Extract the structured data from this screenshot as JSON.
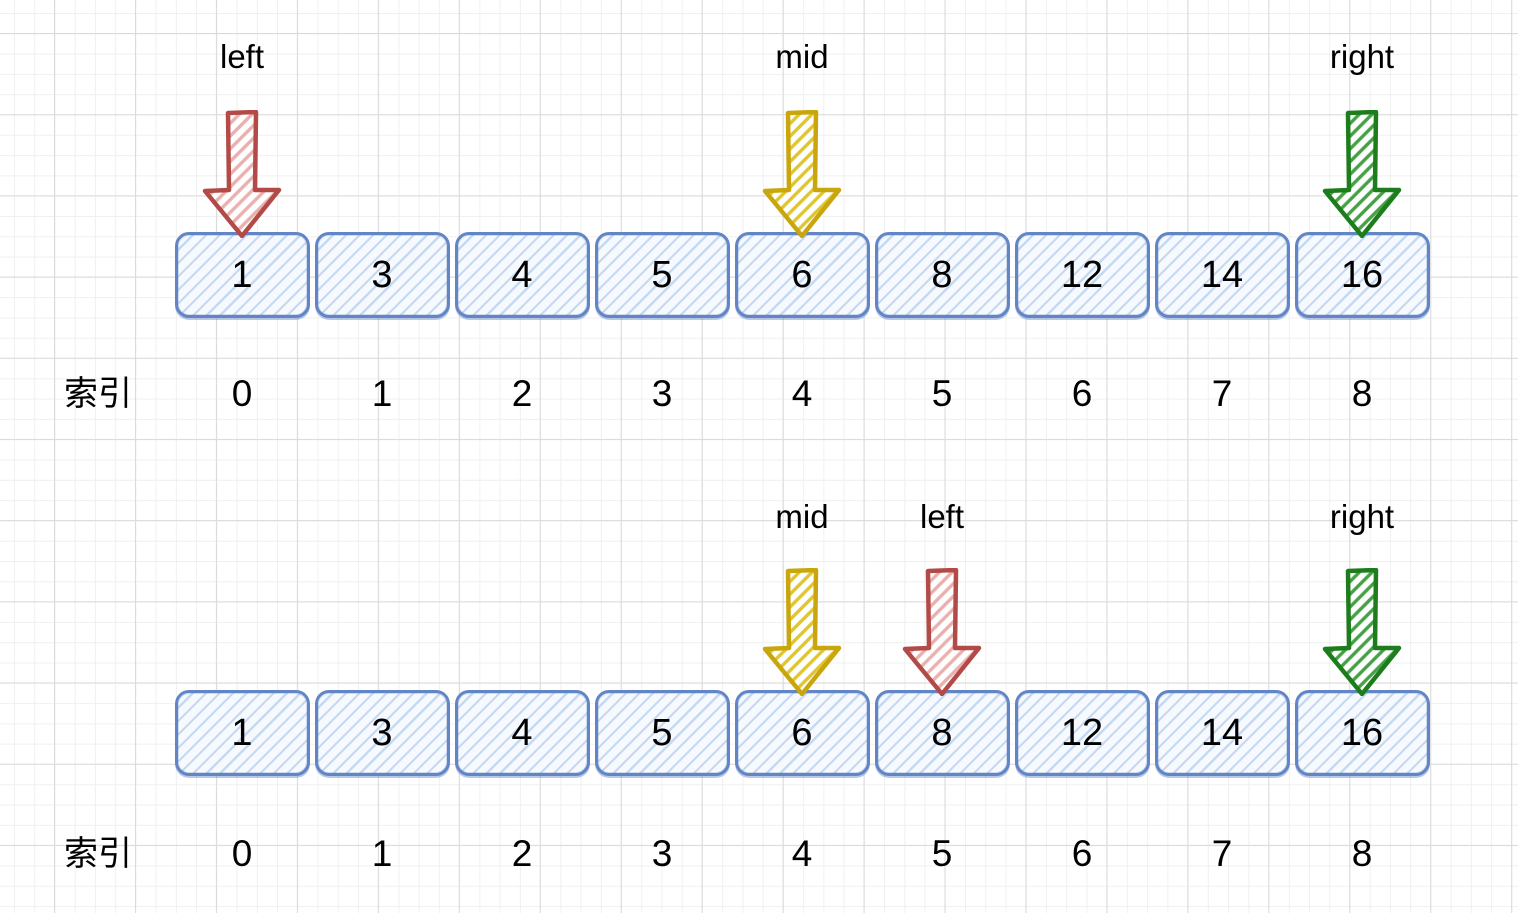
{
  "index_label": "索引",
  "array_values": [
    "1",
    "3",
    "4",
    "5",
    "6",
    "8",
    "12",
    "14",
    "16"
  ],
  "index_values": [
    "0",
    "1",
    "2",
    "3",
    "4",
    "5",
    "6",
    "7",
    "8"
  ],
  "colors": {
    "cell_border": "#6286c5",
    "cell_hatch": "#c6d9f3",
    "left_pointer": "#b24b48",
    "left_pointer_hatch": "#e9b0ae",
    "mid_pointer": "#c9a60b",
    "mid_pointer_hatch": "#dfc631",
    "right_pointer": "#1d7d1d",
    "right_pointer_hatch": "#46a046"
  },
  "sections": [
    {
      "pointers": [
        {
          "label": "left",
          "color": "left_pointer",
          "index": 0
        },
        {
          "label": "mid",
          "color": "mid_pointer",
          "index": 4
        },
        {
          "label": "right",
          "color": "right_pointer",
          "index": 8
        }
      ]
    },
    {
      "pointers": [
        {
          "label": "mid",
          "color": "mid_pointer",
          "index": 4
        },
        {
          "label": "left",
          "color": "left_pointer",
          "index": 5
        },
        {
          "label": "right",
          "color": "right_pointer",
          "index": 8
        }
      ]
    }
  ]
}
